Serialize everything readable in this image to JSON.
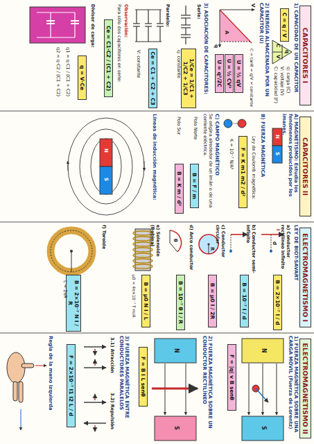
{
  "diagram": {
    "nodes": [
      {
        "text": [
          "CAPACITORES I"
        ]
      },
      {
        "text": [
          "C = q / V"
        ]
      },
      {
        "text": [
          "U = ½ qV"
        ]
      },
      {
        "text": [
          "U = ½ CV²"
        ]
      },
      {
        "text": [
          "U = q²/2C"
        ]
      },
      {
        "text": [
          "1/Ce = 1/C1 + 1/C2 + 1/C3"
        ]
      },
      {
        "text": [
          "Ce = C1 + C2 + C3"
        ]
      },
      {
        "text": [
          "Ce = C1·C2 / (C1 + C2)"
        ]
      },
      {
        "text": [
          "q = V·Ce"
        ]
      },
      {
        "text": [
          "CAPACITORES II"
        ]
      },
      {
        "text": [
          "F = K m1 m2 / d²"
        ]
      },
      {
        "text": [
          "B = F / m"
        ]
      },
      {
        "text": [
          "B = K m / d²"
        ]
      },
      {
        "text": [
          "ELECTROMAGNETISMO I"
        ]
      },
      {
        "text": [
          "B = 2×10⁻⁷ I / d"
        ]
      },
      {
        "text": [
          "B = 10⁻⁷ I / d"
        ]
      },
      {
        "text": [
          "B = μ0 I / 2R"
        ]
      },
      {
        "text": [
          "B = 10⁻⁷ θ I / R"
        ]
      },
      {
        "text": [
          "B = μ0 N I / L"
        ]
      },
      {
        "text": [
          "B = 2×10⁻⁷ N I / R"
        ]
      },
      {
        "text": [
          "ELECTROMAGNETISMO II"
        ]
      },
      {
        "text": [
          "F = |q| v B senθ"
        ]
      },
      {
        "text": [
          "F = B I L senθ"
        ]
      },
      {
        "text": [
          "F = 2×10⁻⁷ I1 I2 L / d"
        ]
      }
    ],
    "labels": [
      "1) CAPACIDAD DE UN CAPACITOR",
      "q: carga (C)",
      "V: voltaje (V)",
      "C: capacidad (F)",
      "2) ENERGÍA ALMACENADA POR UN CAPACITOR (U)",
      "C = tanθ = q/V = constante",
      "V",
      "q",
      "A",
      "3) ASOCIACIÓN DE CAPACITORES:",
      "Serie:",
      "q: constante",
      "Paralelo:",
      "V: constante",
      "Observación:",
      "Para sólo dos capacitores en serie:",
      "Divisor de carga:",
      "q1 = q·C1 / (C1 + C2)",
      "q2 = q·C2 / (C1 + C2)",
      "A) MAGNETISMO: Estudia los fenómenos producidos por los imanes.",
      "N",
      "S",
      "B) FUERZA MAGNÉTICA",
      "Ley de Coulomb magnética:",
      "K = 10⁻⁷ N/A²",
      "C) CAMPO MAGNÉTICO",
      "Se origina alrededor de un imán o de una corriente eléctrica.",
      "Polo Norte",
      "Polo Sur",
      "Líneas de inducción magnética:",
      "N",
      "S",
      "LEY DE BIOT-SAVART",
      "a) Conductor rectilíneo infinito",
      "I",
      "d",
      "b) Conductor semi-infinito",
      "c) Conductor circular",
      "R",
      "d) Arco conductor",
      "θ",
      "e) Solenoide (Bobina)",
      "μ0 = 4π×10⁻⁷ T·m/A",
      "f) Toroide",
      "L = 2πR",
      "1) FUERZA MAGNÉTICA SOBRE UNA CARGA MÓVIL (Fuerza de Lorentz)",
      "N",
      "S",
      "2) FUERZA MAGNÉTICA SOBRE UN CONDUCTOR RECTILÍNEO",
      "N",
      "S",
      "3) FUERZA MAGNÉTICA ENTRE CONDUCTORES PARALELOS",
      "3.1) Atracción",
      "3.2) Repulsión",
      "Regla de la mano izquierda",
      "q",
      "C",
      "V"
    ]
  }
}
